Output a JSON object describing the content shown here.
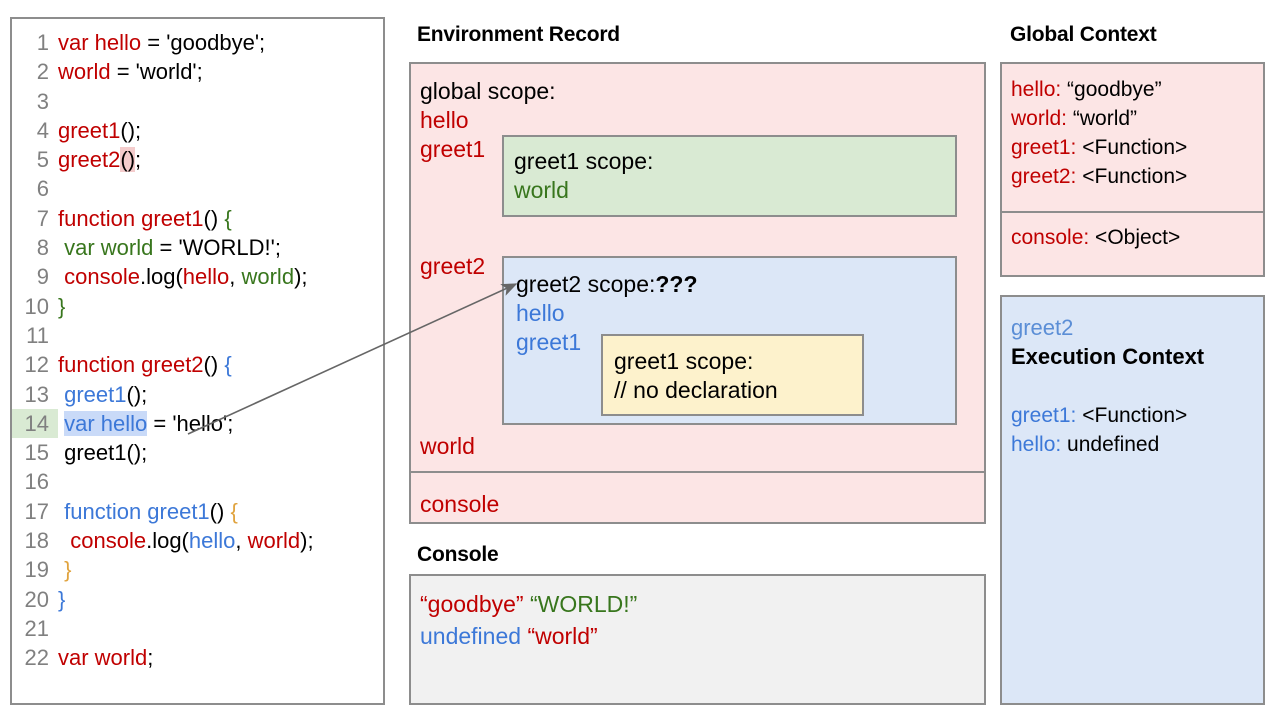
{
  "code_panel": {
    "lines": [
      {
        "num": "1",
        "segments": [
          {
            "t": "var hello",
            "c": "red"
          },
          {
            "t": " = 'goodbye';",
            "c": "plain"
          }
        ]
      },
      {
        "num": "2",
        "segments": [
          {
            "t": "world",
            "c": "red"
          },
          {
            "t": " = 'world';",
            "c": "plain"
          }
        ]
      },
      {
        "num": "3",
        "segments": []
      },
      {
        "num": "4",
        "segments": [
          {
            "t": "greet1",
            "c": "red"
          },
          {
            "t": "();",
            "c": "plain"
          }
        ]
      },
      {
        "num": "5",
        "segments": [
          {
            "t": "greet2",
            "c": "red"
          },
          {
            "t": "()",
            "c": "parenhl"
          },
          {
            "t": ";",
            "c": "plain"
          }
        ]
      },
      {
        "num": "6",
        "segments": []
      },
      {
        "num": "7",
        "segments": [
          {
            "t": "function greet1",
            "c": "red"
          },
          {
            "t": "() ",
            "c": "plain"
          },
          {
            "t": "{",
            "c": "green"
          }
        ]
      },
      {
        "num": "8",
        "segments": [
          {
            "t": " ",
            "c": "plain"
          },
          {
            "t": "var world",
            "c": "green"
          },
          {
            "t": " = 'WORLD!';",
            "c": "plain"
          }
        ]
      },
      {
        "num": "9",
        "segments": [
          {
            "t": " ",
            "c": "plain"
          },
          {
            "t": "console",
            "c": "red"
          },
          {
            "t": ".log(",
            "c": "plain"
          },
          {
            "t": "hello",
            "c": "red"
          },
          {
            "t": ", ",
            "c": "plain"
          },
          {
            "t": "world",
            "c": "green"
          },
          {
            "t": ");",
            "c": "plain"
          }
        ]
      },
      {
        "num": "10",
        "segments": [
          {
            "t": "}",
            "c": "green"
          }
        ]
      },
      {
        "num": "11",
        "segments": []
      },
      {
        "num": "12",
        "segments": [
          {
            "t": "function greet2",
            "c": "red"
          },
          {
            "t": "() ",
            "c": "plain"
          },
          {
            "t": "{",
            "c": "blue"
          }
        ]
      },
      {
        "num": "13",
        "segments": [
          {
            "t": " ",
            "c": "plain"
          },
          {
            "t": "greet1",
            "c": "blue"
          },
          {
            "t": "();",
            "c": "plain"
          }
        ]
      },
      {
        "num": "14",
        "highlight_line": true,
        "segments": [
          {
            "t": " ",
            "c": "plain"
          },
          {
            "t": "var hello",
            "c": "blue selhl"
          },
          {
            "t": " = 'hello';",
            "c": "plain"
          }
        ]
      },
      {
        "num": "15",
        "segments": [
          {
            "t": " greet1();",
            "c": "plain"
          }
        ]
      },
      {
        "num": "16",
        "segments": []
      },
      {
        "num": "17",
        "segments": [
          {
            "t": " ",
            "c": "plain"
          },
          {
            "t": "function greet1",
            "c": "blue"
          },
          {
            "t": "() ",
            "c": "plain"
          },
          {
            "t": "{",
            "c": "gold"
          }
        ]
      },
      {
        "num": "18",
        "segments": [
          {
            "t": "  ",
            "c": "plain"
          },
          {
            "t": "console",
            "c": "red"
          },
          {
            "t": ".log(",
            "c": "plain"
          },
          {
            "t": "hello",
            "c": "blue"
          },
          {
            "t": ", ",
            "c": "plain"
          },
          {
            "t": "world",
            "c": "red"
          },
          {
            "t": ");",
            "c": "plain"
          }
        ]
      },
      {
        "num": "19",
        "segments": [
          {
            "t": " ",
            "c": "plain"
          },
          {
            "t": "}",
            "c": "gold"
          }
        ]
      },
      {
        "num": "20",
        "segments": [
          {
            "t": "}",
            "c": "blue"
          }
        ]
      },
      {
        "num": "21",
        "segments": []
      },
      {
        "num": "22",
        "segments": [
          {
            "t": "var world",
            "c": "red"
          },
          {
            "t": ";",
            "c": "plain"
          }
        ]
      }
    ]
  },
  "environment_record": {
    "title": "Environment Record",
    "global_scope_label": "global scope:",
    "bindings_top": [
      "hello",
      "greet1"
    ],
    "binding_greet2": "greet2",
    "binding_world": "world",
    "binding_console": "console",
    "greet1_scope": {
      "title": "greet1 scope:",
      "binding": "world"
    },
    "greet2_scope": {
      "title": "greet2 scope:",
      "title_suffix": "???",
      "bindings": [
        "hello",
        "greet1"
      ],
      "inner_greet1_scope": {
        "title": "greet1 scope:",
        "note": "// no declaration"
      }
    }
  },
  "console_panel": {
    "title": "Console",
    "lines": [
      [
        {
          "t": "“goodbye”",
          "c": "red"
        },
        {
          "t": " ",
          "c": "plain"
        },
        {
          "t": "“WORLD!”",
          "c": "green"
        }
      ],
      [
        {
          "t": "undefined",
          "c": "blue"
        },
        {
          "t": " ",
          "c": "plain"
        },
        {
          "t": "“world”",
          "c": "red"
        }
      ]
    ]
  },
  "global_context": {
    "title": "Global Context",
    "rows": [
      {
        "key": "hello:",
        "value": " “goodbye”",
        "key_color": "red"
      },
      {
        "key": "world:",
        "value": " “world”",
        "key_color": "red"
      },
      {
        "key": "greet1:",
        "value": " <Function>",
        "key_color": "red"
      },
      {
        "key": "greet2:",
        "value": " <Function>",
        "key_color": "red"
      }
    ],
    "console_row": {
      "key": "console:",
      "value": " <Object>",
      "key_color": "red"
    }
  },
  "execution_context": {
    "name": "greet2",
    "title": "Execution Context",
    "rows": [
      {
        "key": "greet1:",
        "value": " <Function>",
        "key_color": "blue"
      },
      {
        "key": "hello:",
        "value": " undefined",
        "key_color": "blue"
      }
    ]
  },
  "colors": {
    "red": "#c00000",
    "green": "#38761d",
    "blue": "#3c78d8",
    "gold": "#e0a33e",
    "pink_bg": "#fce5e5",
    "green_bg": "#d9ead3",
    "blue_bg": "#dce7f7",
    "yellow_bg": "#fdf2cc",
    "console_bg": "#f1f1f1",
    "border": "#8d8d8d"
  }
}
